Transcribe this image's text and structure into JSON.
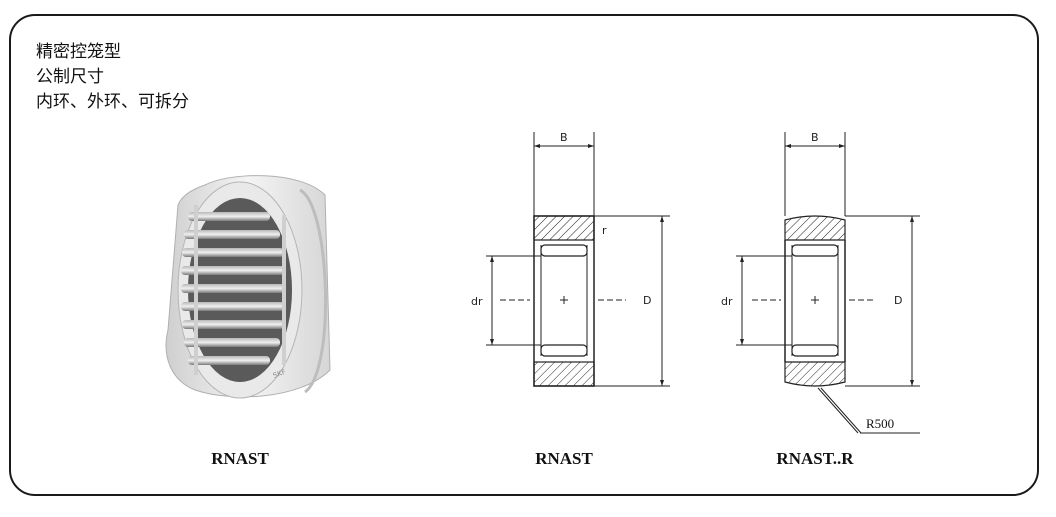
{
  "description": {
    "line1": "精密控笼型",
    "line2": "公制尺寸",
    "line3": "内环、外环、可拆分"
  },
  "captions": {
    "photo": "RNAST",
    "drawing1": "RNAST",
    "drawing2": "RNAST..R"
  },
  "dims": {
    "width": "B",
    "outer_diameter": "D",
    "roller_diameter": "dr",
    "radius": "r",
    "crown_radius": "R500"
  },
  "bearing_marking": "SKF",
  "colors": {
    "border": "#1a1a1a",
    "ring": "#e6e6e6",
    "roller": "#8a8a8a",
    "line": "#222222"
  }
}
